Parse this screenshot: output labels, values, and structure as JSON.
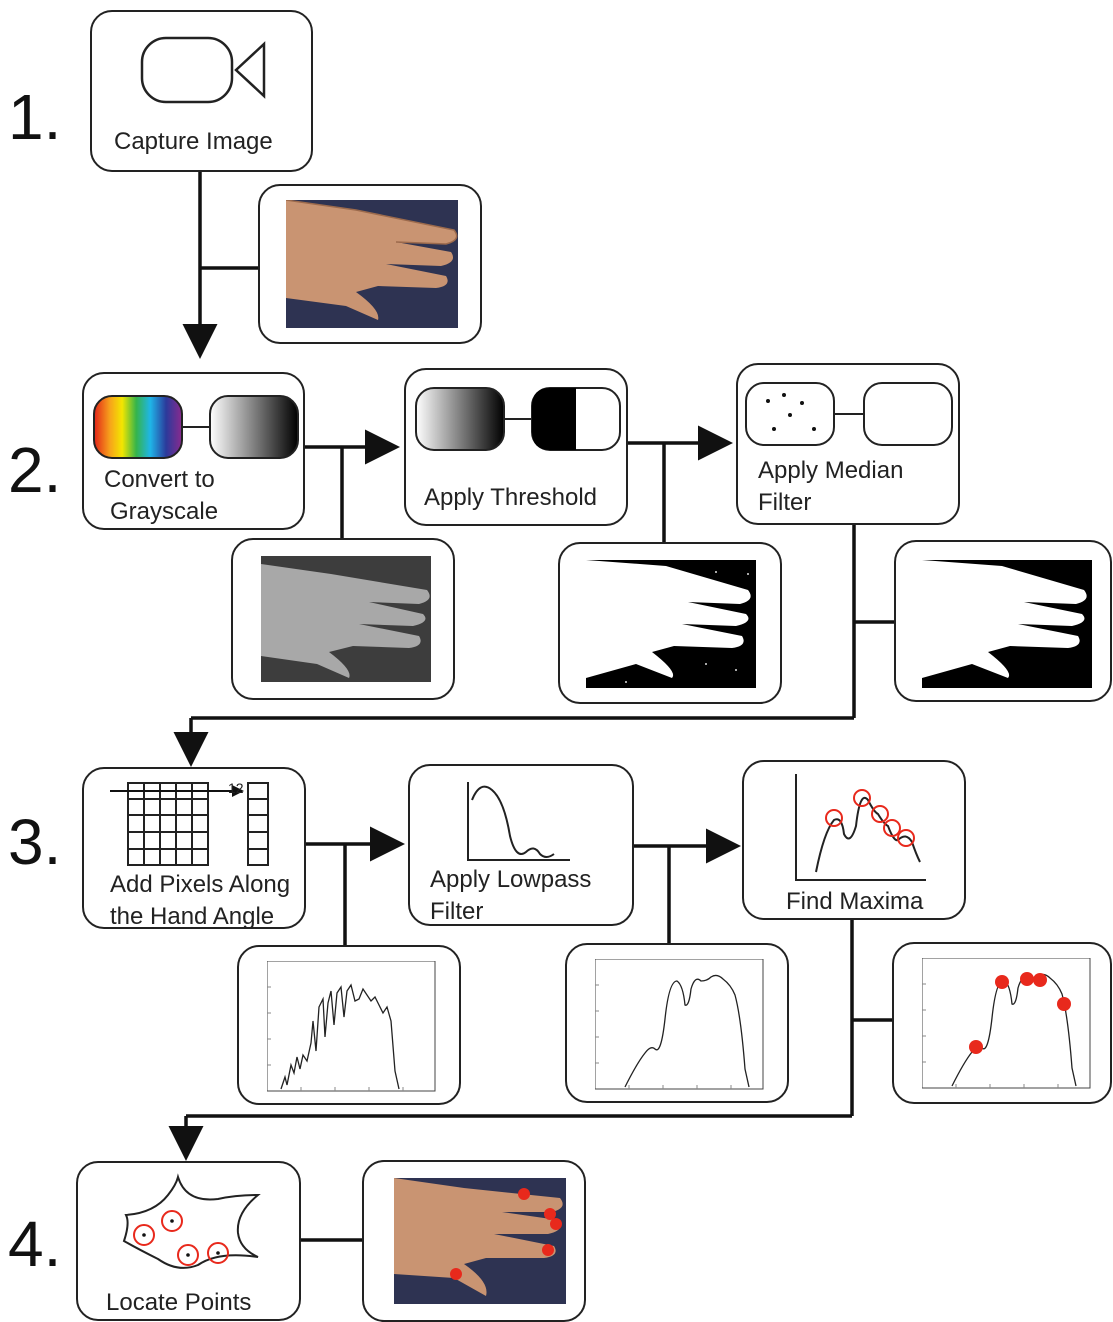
{
  "steps": {
    "s1": "1.",
    "s2": "2.",
    "s3": "3.",
    "s4": "4."
  },
  "labels": {
    "capture": "Capture Image",
    "grayscale_1": "Convert to",
    "grayscale_2": "Grayscale",
    "threshold": "Apply Threshold",
    "median_1": "Apply Median",
    "median_2": "Filter",
    "add_pixels_1": "Add Pixels Along",
    "add_pixels_2": "the Hand Angle",
    "lowpass_1": "Apply Lowpass",
    "lowpass_2": "Filter",
    "maxima": "Find Maxima",
    "locate": "Locate Points",
    "counter": "12"
  },
  "colors": {
    "stroke": "#222222",
    "marker": "#e8291c",
    "skin": "#c99472",
    "background_photo": "#2e3352"
  },
  "icons": {
    "capture": "video-camera-icon",
    "grayscale": "rainbow-to-gray-icon",
    "threshold": "gray-to-binary-icon",
    "median": "noise-removal-icon",
    "add_pixels": "pixel-grid-sum-icon",
    "lowpass": "smooth-curve-icon",
    "maxima": "peak-circles-icon",
    "locate": "hand-outline-points-icon"
  }
}
